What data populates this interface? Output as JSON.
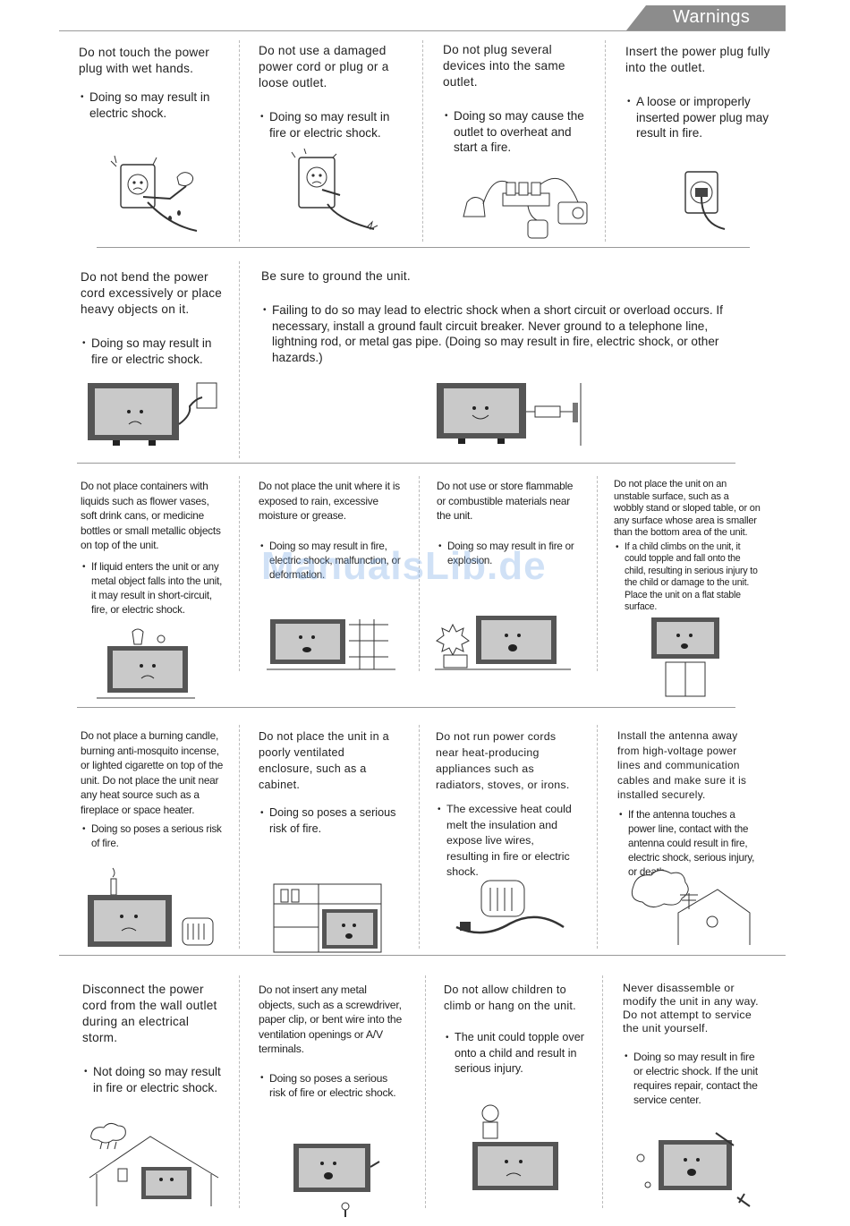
{
  "header": {
    "title": "Warnings"
  },
  "watermark": "ManualsLib.de",
  "row1": [
    {
      "heading": "Do not touch the power plug with wet hands.",
      "bullet": "Doing so may result in electric shock."
    },
    {
      "heading": "Do not use a damaged power cord or plug or a loose outlet.",
      "bullet": "Doing so may result in fire or electric shock."
    },
    {
      "heading": "Do not plug several devices into the same outlet.",
      "bullet": "Doing so may cause the outlet to overheat and start a fire."
    },
    {
      "heading": "Insert the power plug fully into the outlet.",
      "bullet": "A loose or improperly inserted power plug may result in fire."
    }
  ],
  "row2": [
    {
      "heading": "Do not bend the power cord excessively or place heavy objects on it.",
      "bullet": "Doing so may result in fire or electric shock."
    },
    {
      "heading": "Be sure to ground the unit.",
      "bullet": "Failing to do so may lead to electric shock when a short circuit or overload occurs. If necessary, install a ground fault circuit breaker. Never ground to a telephone line, lightning rod, or metal gas pipe. (Doing so may result in fire, electric shock, or other hazards.)"
    }
  ],
  "row3": [
    {
      "heading": "Do not place containers with liquids such as flower vases, soft drink cans, or medicine bottles or small metallic objects on top of the unit.",
      "bullet": "If liquid enters the unit or any metal object falls into the unit, it may result in short-circuit, fire, or electric shock."
    },
    {
      "heading": "Do not place the unit where it is exposed to rain, excessive moisture or grease.",
      "bullet": "Doing so may result in fire, electric shock, malfunction, or deformation."
    },
    {
      "heading": "Do not use or store flammable or combustible materials near the unit.",
      "bullet": "Doing so may result in fire or explosion."
    },
    {
      "heading": "Do not place the unit on an unstable surface, such as a wobbly stand or sloped table, or on any surface whose area is smaller than the bottom area of the unit.",
      "bullet": "If a child climbs on the unit, it could topple and fall onto the child, resulting in serious injury to the child or damage to the unit. Place the unit on a flat stable surface."
    }
  ],
  "row4": [
    {
      "heading": "Do not place a burning candle, burning anti-mosquito incense, or lighted cigarette on top of the unit. Do not place the unit near any heat source such as a fireplace or space heater.",
      "bullet": "Doing so poses a serious risk of fire."
    },
    {
      "heading": "Do not place the unit in a poorly ventilated enclosure, such as a cabinet.",
      "bullet": "Doing so poses a serious risk of fire."
    },
    {
      "heading": "Do not run power cords near heat-producing appliances such as radiators, stoves, or irons.",
      "bullet": "The excessive heat could melt the insulation and expose live wires, resulting in fire or electric shock."
    },
    {
      "heading": "Install the antenna away from high-voltage power lines and communication cables and make sure it is installed securely.",
      "bullet": "If the antenna touches a power line, contact with the antenna could result in fire, electric shock, serious injury, or death."
    }
  ],
  "row5": [
    {
      "heading": "Disconnect the power cord from the wall outlet during an electrical storm.",
      "bullet": "Not doing so may result in fire or electric shock."
    },
    {
      "heading": "Do not insert any metal objects, such as a screwdriver, paper clip, or bent wire into the ventilation openings or A/V terminals.",
      "bullet": "Doing so poses a serious risk of fire or electric shock."
    },
    {
      "heading": "Do not allow children to climb or hang on the unit.",
      "bullet": "The unit could topple over onto a child and result in serious injury."
    },
    {
      "heading": "Never disassemble or modify the unit in any way. Do not attempt to service the unit yourself.",
      "bullet": "Doing so may result in fire or electric shock. If the unit requires repair, contact the service center."
    }
  ]
}
